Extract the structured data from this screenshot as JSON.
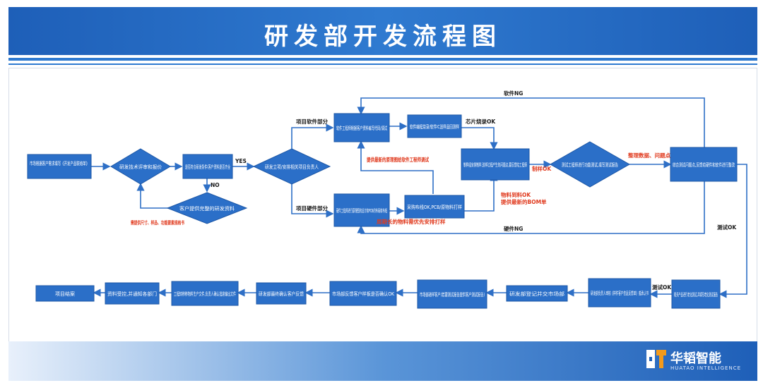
{
  "header": {
    "title": "研发部开发流程图"
  },
  "nodes": {
    "n1": "市场根据客户需求填写《开发产品联络单》",
    "n2": "研发技术评审和报价",
    "n3": "是否符合研发条件(客户资料是否齐全",
    "n4": "客户提供完整的研发资料",
    "n5": "研发立项/安排相关项目负责人",
    "n6": "软件工程师根据客户资料编写代码/调试",
    "n7": "硬件工程师进行原理图的设计和PCB的布局和布线",
    "n8": "软件编程烧录/软件IC送样品回测样",
    "n9": "采购布线OK,PCB/原物料打样",
    "n10": "制样组安排制样,验样过程产生的问题点,要反馈给工程师",
    "n11": "测试工程师进行功能测试,填写测试报告",
    "n12": "综合测试问题点,反馈给硬件和软件进行整改",
    "n13": "相关产品进行老化测试,并填写老化测试报告",
    "n14": "研发部负责人审核《样件客户信息反馈单》或承认书",
    "n15": "研发部登记并交市场部",
    "n16": "市场部递样客户(若要测试报告提供客户测试报告)",
    "n17": "市场部反馈客户样板是否确认OK",
    "n18": "研发部最终确认客户反馈",
    "n19": "工程转移移物料生产文件,负责人确认批准输出文件",
    "n20": "资料受控,并通知各部门",
    "n21": "项目结案"
  },
  "labels": {
    "yes": "YES",
    "no": "NO",
    "software_part": "项目软件部分",
    "hardware_part": "项目硬件部分",
    "chip_burn": "芯片烧录OK",
    "software_ng": "软件NG",
    "hardware_ng": "硬件NG",
    "provide_schematic": "提供最新的原理图给软件工程师调试",
    "long_cycle": "周期长的物料需优先安排打样",
    "material_ok": "物料到料OK",
    "provide_bom": "提供最新的BOM单",
    "sample_ok": "制样OK",
    "organize_data": "整理数据、问题点",
    "test_ok_1": "测试OK",
    "test_ok_2": "测试OK",
    "customer_note": "需提供尺寸、样品、功能要素规格书"
  },
  "brand": {
    "name": "华韬智能",
    "sub": "HUATAO INTELLIGENCE"
  },
  "colors": {
    "node_fill": "#2b6fc8",
    "line": "#2e6fc6",
    "label_red": "#e03a1e",
    "banner": "#1e5fb8"
  }
}
